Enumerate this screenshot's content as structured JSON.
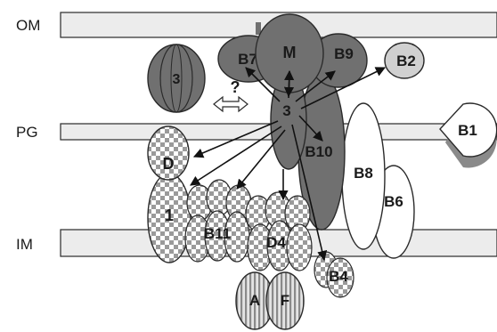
{
  "layers": {
    "om": "OM",
    "pg": "PG",
    "im": "IM"
  },
  "labels": {
    "secretin": "3",
    "question": "?",
    "b7": "B7",
    "m": "M",
    "b9": "B9",
    "b2": "B2",
    "core3": "3",
    "b1": "B1",
    "b10": "B10",
    "b8": "B8",
    "b6": "B6",
    "d": "D",
    "one": "1",
    "b11": "B11",
    "d4": "D4",
    "b4": "B4",
    "a": "A",
    "f": "F"
  },
  "colors": {
    "membrane": "#ececec",
    "dark": "#707070",
    "light": "#d0d0d0",
    "white": "#ffffff",
    "outline": "#2a2a2a"
  }
}
